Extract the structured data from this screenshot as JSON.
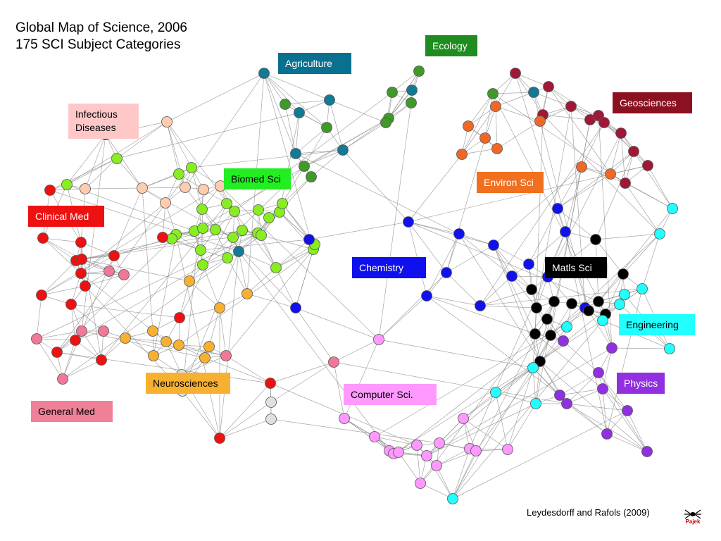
{
  "title": {
    "line1": "Global Map of Science, 2006",
    "line2": "175 SCI Subject Categories"
  },
  "citation": "Leydesdorff and Rafols (2009)",
  "logo": {
    "text": "Pajek",
    "icon": "spider-icon",
    "color": "#d00000"
  },
  "clusters": [
    {
      "id": "agriculture",
      "label": "Agriculture",
      "bg": "#0a7090",
      "fg": "#ffffff"
    },
    {
      "id": "ecology",
      "label": "Ecology",
      "bg": "#1e8c1e",
      "fg": "#ffffff"
    },
    {
      "id": "geosciences",
      "label": "Geosciences",
      "bg": "#8b1020",
      "fg": "#ffffff"
    },
    {
      "id": "infectious",
      "label": "Infectious\nDiseases",
      "bg": "#ffc8c8",
      "fg": "#000000"
    },
    {
      "id": "biomed",
      "label": "Biomed Sci",
      "bg": "#22ee22",
      "fg": "#000000"
    },
    {
      "id": "environ",
      "label": "Environ Sci",
      "bg": "#f07020",
      "fg": "#ffffff"
    },
    {
      "id": "clinical",
      "label": "Clinical Med",
      "bg": "#ee1111",
      "fg": "#ffffff"
    },
    {
      "id": "chemistry",
      "label": "Chemistry",
      "bg": "#1010ee",
      "fg": "#ffffff"
    },
    {
      "id": "matls",
      "label": "Matls Sci",
      "bg": "#000000",
      "fg": "#ffffff"
    },
    {
      "id": "engineering",
      "label": "Engineering",
      "bg": "#22ffff",
      "fg": "#000000"
    },
    {
      "id": "neuro",
      "label": "Neurosciences",
      "bg": "#f8b030",
      "fg": "#000000"
    },
    {
      "id": "physics",
      "label": "Physics",
      "bg": "#9030e0",
      "fg": "#ffffff"
    },
    {
      "id": "compsci",
      "label": "Computer Sci.",
      "bg": "#ff99ff",
      "fg": "#000000"
    },
    {
      "id": "genmed",
      "label": "General Med",
      "bg": "#f08098",
      "fg": "#000000"
    }
  ],
  "node_colors": {
    "agriculture": "#127a95",
    "ecology": "#3f9a2a",
    "geosciences": "#a01838",
    "infectious": "#ffccb0",
    "biomed": "#88ee22",
    "environ": "#f06828",
    "clinical": "#ee1111",
    "chemistry": "#1111ee",
    "matls": "#000000",
    "engineering": "#22ffff",
    "neuro": "#f8b030",
    "physics": "#9030e0",
    "compsci": "#ff99ff",
    "genmed": "#f07898",
    "unassigned": "#e0e0e0"
  },
  "edge_color": "#888888"
}
